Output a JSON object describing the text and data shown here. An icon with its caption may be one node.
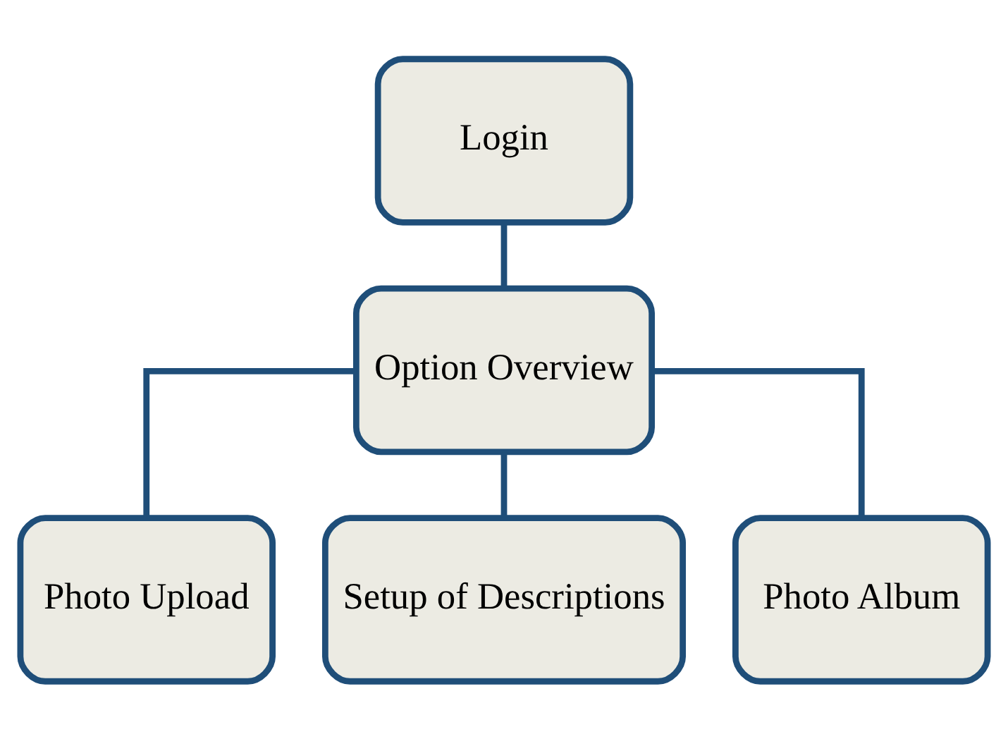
{
  "diagram": {
    "nodes": [
      {
        "text": [
          "Login"
        ]
      },
      {
        "text": [
          "Option Overview"
        ]
      },
      {
        "text": [
          "Photo Upload"
        ]
      },
      {
        "text": [
          "Setup of Descriptions"
        ]
      },
      {
        "text": [
          "Photo Album"
        ]
      }
    ],
    "edges": [
      {
        "from": 0,
        "to": 1,
        "arrow": "none"
      },
      {
        "from": 1,
        "to": 2,
        "arrow": "none"
      },
      {
        "from": 1,
        "to": 3,
        "arrow": "none"
      },
      {
        "from": 1,
        "to": 4,
        "arrow": "none"
      }
    ]
  }
}
